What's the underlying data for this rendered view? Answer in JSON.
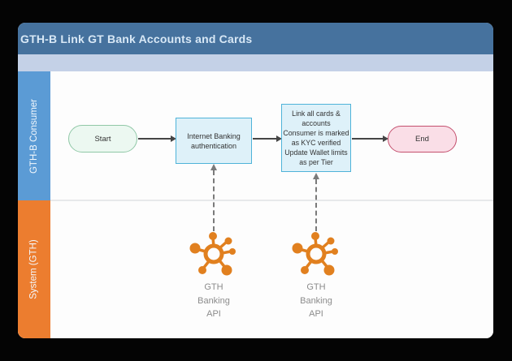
{
  "window": {
    "title": "GTH-B Link GT Bank Accounts and Cards"
  },
  "lanes": {
    "consumer": {
      "label": "GTH-B Consumer",
      "color": "#5b9bd5"
    },
    "system": {
      "label": "System (GTH)",
      "color": "#ec7d2f"
    }
  },
  "flowchart": {
    "start": {
      "label": "Start",
      "shape": "terminator",
      "fill": "#ecf8f1",
      "border": "#90c8a7"
    },
    "step_auth": {
      "label": "Internet Banking\nauthentication",
      "shape": "process",
      "fill": "#def1f9",
      "border": "#4fb3d9"
    },
    "step_link": {
      "label": "Link all cards &\naccounts\nConsumer is marked\nas KYC verified\nUpdate Wallet limits\nas per Tier",
      "shape": "process",
      "fill": "#def1f9",
      "border": "#4fb3d9"
    },
    "end": {
      "label": "End",
      "shape": "terminator",
      "fill": "#fadee7",
      "border": "#c4506e"
    }
  },
  "system_lane": {
    "api_nodes": [
      {
        "icon": "api-network-icon",
        "label": "GTH\nBanking\nAPI"
      },
      {
        "icon": "api-network-icon",
        "label": "GTH\nBanking\nAPI"
      }
    ]
  },
  "colors": {
    "page_background": "#040404",
    "header_bg": "#46729e",
    "header_text": "#d8e8f6",
    "substrip": "#c4d1e7",
    "canvas": "#fdfdfd",
    "lane_divider": "#e7e9eb",
    "flow_arrow": "#454545",
    "dashed_connector": "#7a7a7a",
    "api_icon": "#e1801f",
    "api_label_text": "#8c8c8c"
  }
}
